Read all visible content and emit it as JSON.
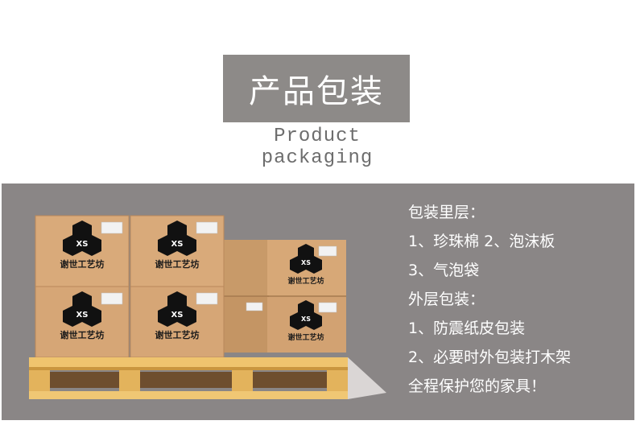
{
  "title": "产品包装",
  "subtitle": "Product packaging",
  "box_brand": {
    "logo_text": "XS",
    "name": "谢世工艺坊"
  },
  "info": {
    "lines": [
      "包装里层：",
      "1、珍珠棉  2、泡沫板",
      "3、气泡袋",
      "外层包装：",
      "1、防震纸皮包装",
      "2、必要时外包装打木架",
      "全程保护您的家具！"
    ]
  },
  "colors": {
    "title_bg": "#8d8a88",
    "panel_bg": "#8a8686",
    "carton": "#d7a877",
    "pallet": "#e8b860"
  }
}
